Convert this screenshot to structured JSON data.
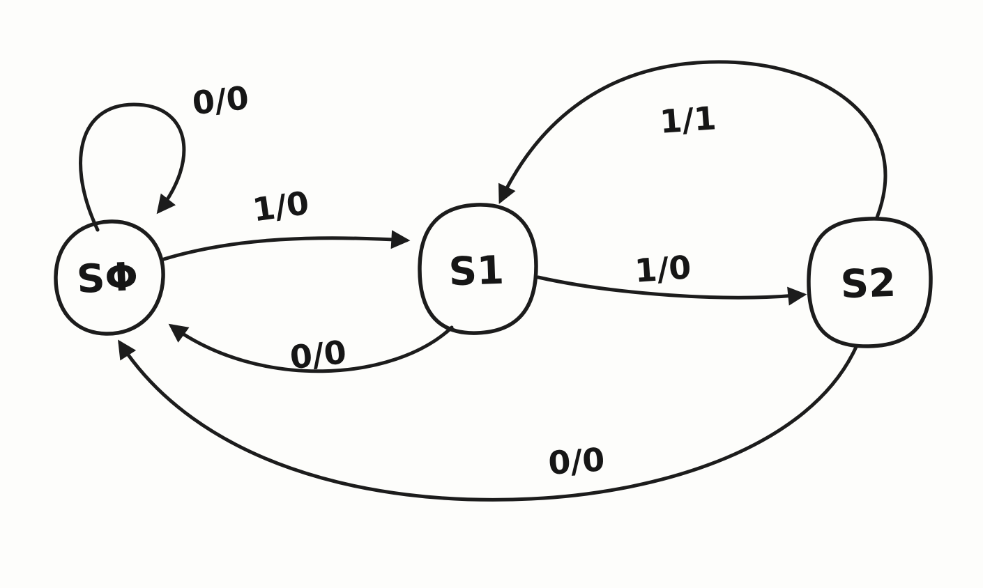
{
  "page": {
    "paper_color": "#fdfdfb",
    "ink_color": "#1c1c1c"
  },
  "diagram": {
    "type": "state-machine",
    "states": [
      {
        "id": "S0",
        "label": "SΦ"
      },
      {
        "id": "S1",
        "label": "S1"
      },
      {
        "id": "S2",
        "label": "S2"
      }
    ],
    "transitions": [
      {
        "from": "S0",
        "to": "S0",
        "label": "0/0"
      },
      {
        "from": "S0",
        "to": "S1",
        "label": "1/0"
      },
      {
        "from": "S1",
        "to": "S0",
        "label": "0/0"
      },
      {
        "from": "S1",
        "to": "S2",
        "label": "1/0"
      },
      {
        "from": "S2",
        "to": "S1",
        "label": "1/1"
      },
      {
        "from": "S2",
        "to": "S0",
        "label": "0/0"
      }
    ]
  }
}
